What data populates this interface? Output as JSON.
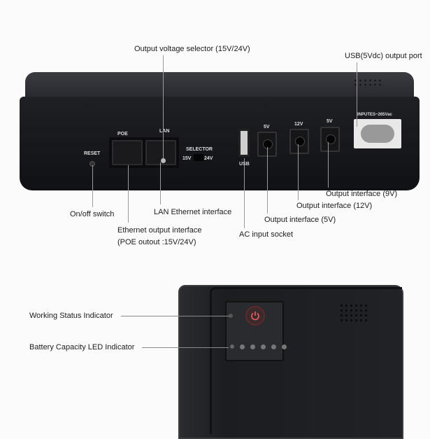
{
  "top_device": {
    "panel_labels": {
      "reset": "RESET",
      "poe": "POE",
      "lan": "LAN",
      "selector": "SELECTOR",
      "sel_15v": "15V",
      "sel_24v": "24V",
      "usb": "USB",
      "jack1": "5V",
      "jack2": "12V",
      "jack3": "5V",
      "input": "INPUTES~265Vac"
    },
    "callouts": {
      "voltage_selector": "Output voltage selector (15V/24V)",
      "usb_port": "USB(5Vdc) output port",
      "on_off": "On/off switch",
      "lan": "LAN Ethernet interface",
      "ethernet_output_line1": "Ethernet output interface",
      "ethernet_output_line2": "(POE outout :15V/24V)",
      "ac_input": "AC input socket",
      "out_5v": "Output interface (5V)",
      "out_12v": "Output interface (12V)",
      "out_9v": "Output interface (9V)"
    }
  },
  "bottom_device": {
    "callouts": {
      "working_status": "Working Status Indicator",
      "battery_led": "Battery Capacity LED Indicator"
    },
    "power_button_color": "#e05a5a"
  }
}
